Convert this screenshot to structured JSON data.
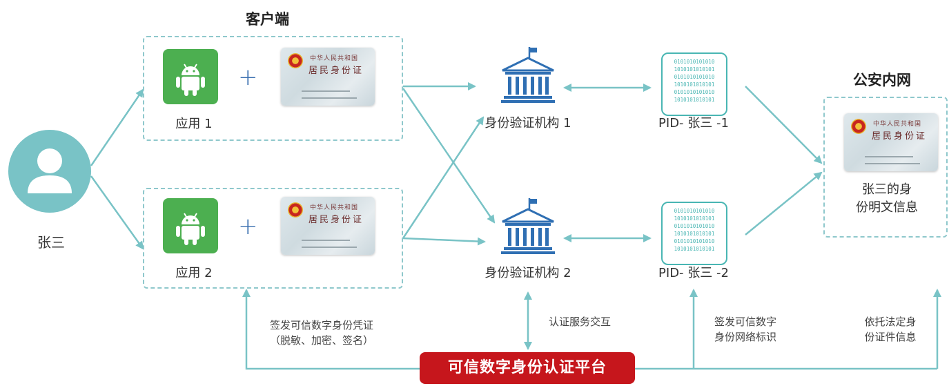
{
  "client": {
    "title": "客户端"
  },
  "police": {
    "title": "公安内网",
    "info": [
      "张三的身",
      "份明文信息"
    ]
  },
  "user": {
    "name": "张三"
  },
  "apps": [
    {
      "label": "应用 1",
      "plus": "+",
      "idcard": {
        "line1": "中华人民共和国",
        "line2": "居民身份证"
      }
    },
    {
      "label": "应用 2",
      "plus": "+",
      "idcard": {
        "line1": "中华人民共和国",
        "line2": "居民身份证"
      }
    }
  ],
  "police_idcard": {
    "line1": "中华人民共和国",
    "line2": "居民身份证"
  },
  "agencies": [
    {
      "label": "身份验证机构 1"
    },
    {
      "label": "身份验证机构 2"
    }
  ],
  "pids": [
    {
      "label": "PID- 张三 -1",
      "bits": [
        "0101010101010",
        "1010101010101",
        "0101010101010",
        "1010101010101",
        "0101010101010",
        "1010101010101"
      ]
    },
    {
      "label": "PID- 张三 -2",
      "bits": [
        "0101010101010",
        "1010101010101",
        "0101010101010",
        "1010101010101",
        "0101010101010",
        "1010101010101"
      ]
    }
  ],
  "annotations": {
    "issue_credential": [
      "签发可信数字身份凭证",
      "（脱敏、加密、签名）"
    ],
    "auth_interaction": "认证服务交互",
    "issue_network_id": [
      "签发可信数字",
      "身份网络标识"
    ],
    "rely_on_id": [
      "依托法定身",
      "份证件信息"
    ]
  },
  "platform": {
    "label": "可信数字身份认证平台"
  },
  "colors": {
    "teal": "#79c3c6",
    "android_green": "#4caf50",
    "platform_red": "#c6161c",
    "building_blue": "#2f6fb3",
    "chip_teal": "#49b6b3"
  }
}
